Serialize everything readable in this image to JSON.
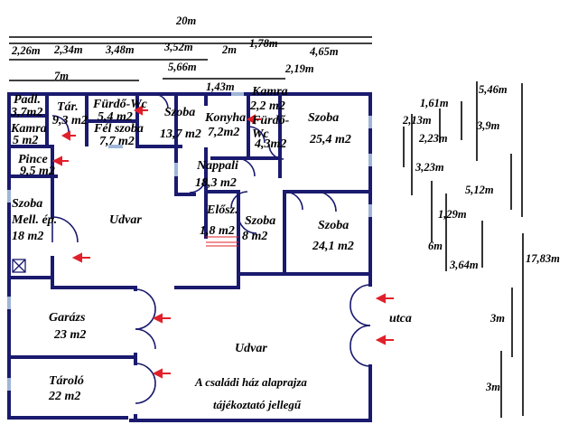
{
  "colors": {
    "wall": "#1a1a6e",
    "window": "#9fb6d8",
    "arrow": "#e0202a",
    "dimline": "#000000"
  },
  "dimensions": {
    "total_width": "20m",
    "top_row": [
      "2,26m",
      "2,34m",
      "3,48m",
      "3,52m",
      "2m",
      "1,78m",
      "4,65m"
    ],
    "second_row": [
      "7m",
      "5,66m",
      "2,19m"
    ],
    "inner": "1,43m",
    "right_side": [
      "5,46m",
      "1,61m",
      "2,13m",
      "3,9m",
      "2,23m",
      "3,23m",
      "5,12m",
      "1,29m",
      "6m",
      "3,64m",
      "17,83m",
      "3m",
      "3m"
    ]
  },
  "rooms": {
    "padl": "Padl.",
    "padl_area": "3,7m2",
    "tar": "Tár.",
    "tar_area": "9,3 m2",
    "kamra_left": "Kamra",
    "kamra_left_area": "5 m2",
    "furdo_wc": "Fürdő-Wc",
    "furdo_wc_area": "5,4 m2",
    "fel_szoba": "Fél szoba",
    "fel_szoba_area": "7,7 m2",
    "szoba_a": "Szoba",
    "szoba_a_area": "13,7 m2",
    "konyha": "Konyha",
    "konyha_area": "7,2m2",
    "kamra_right": "Kamra",
    "kamra_right_area": "2,2 m2",
    "furdo_wc2": "Fürdő-",
    "furdo_wc2_b": "Wc",
    "furdo_wc2_area": "4,3m2",
    "szoba_big": "Szoba",
    "szoba_big_area": "25,4 m2",
    "pince": "Pince",
    "pince_area": "9,5 m2",
    "nappali": "Nappali",
    "nappali_area": "18,3 m2",
    "szoba_mell": "Szoba",
    "szoba_mell_b": "Mell. ép.",
    "szoba_mell_area": "18 m2",
    "udvar_top": "Udvar",
    "eloszoba": "Elősz.",
    "eloszoba_area": "1,8 m2",
    "szoba_8": "Szoba",
    "szoba_8_area": "8 m2",
    "szoba_24": "Szoba",
    "szoba_24_area": "24,1 m2",
    "garazs": "Garázs",
    "garazs_area": "23 m2",
    "udvar_bottom": "Udvar",
    "utca": "utca",
    "tarolo": "Tároló",
    "tarolo_area": "22 m2"
  },
  "notes": {
    "line1": "A családi ház alaprajza",
    "line2": "tájékoztató jellegű"
  }
}
